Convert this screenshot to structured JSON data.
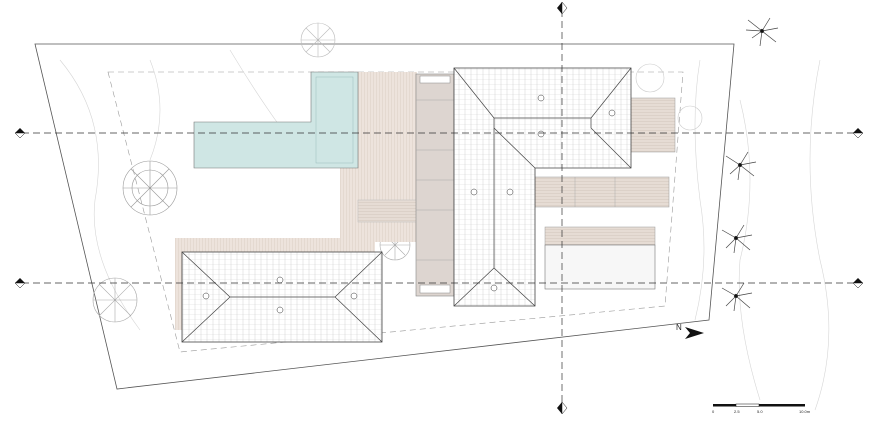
{
  "north_label": "N",
  "scale_bar": {
    "ticks": [
      "0",
      "2.5",
      "5.0",
      "10.0m"
    ]
  },
  "colors": {
    "pool": "#cfe6e4",
    "deck": "#ece3dc",
    "roof_dark": "#d9d2cd",
    "line": "#222222",
    "site": "#555555"
  },
  "icons": [
    "section-arrow-icon",
    "north-arrow-icon",
    "tree-icon",
    "palm-icon"
  ]
}
